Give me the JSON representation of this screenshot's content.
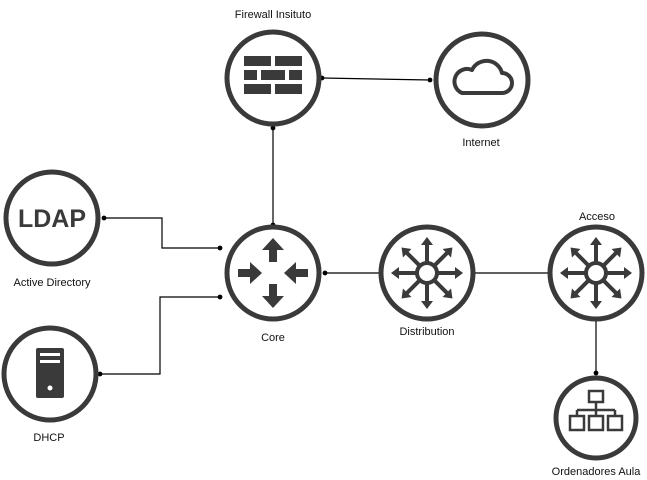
{
  "diagram": {
    "nodes": {
      "firewall": {
        "label": "Firewall Insituto",
        "icon": "firewall-icon"
      },
      "internet": {
        "label": "Internet",
        "icon": "cloud-icon"
      },
      "ldap": {
        "label": "Active Directory",
        "icon": "ldap-icon",
        "icon_text": "LDAP"
      },
      "dhcp": {
        "label": "DHCP",
        "icon": "server-icon"
      },
      "core": {
        "label": "Core",
        "icon": "router-icon"
      },
      "distribution": {
        "label": "Distribution",
        "icon": "switch-icon"
      },
      "acceso": {
        "label": "Acceso",
        "icon": "switch-icon"
      },
      "ordenadores": {
        "label": "Ordenadores Aula",
        "icon": "network-hierarchy-icon"
      }
    },
    "edges": [
      {
        "from": "firewall",
        "to": "internet"
      },
      {
        "from": "firewall",
        "to": "core"
      },
      {
        "from": "ldap",
        "to": "core"
      },
      {
        "from": "dhcp",
        "to": "core"
      },
      {
        "from": "core",
        "to": "distribution"
      },
      {
        "from": "distribution",
        "to": "acceso"
      },
      {
        "from": "acceso",
        "to": "ordenadores"
      }
    ],
    "colors": {
      "icon": "#3a3a3a",
      "ring": "#3a3a3a",
      "line": "#000000"
    }
  }
}
